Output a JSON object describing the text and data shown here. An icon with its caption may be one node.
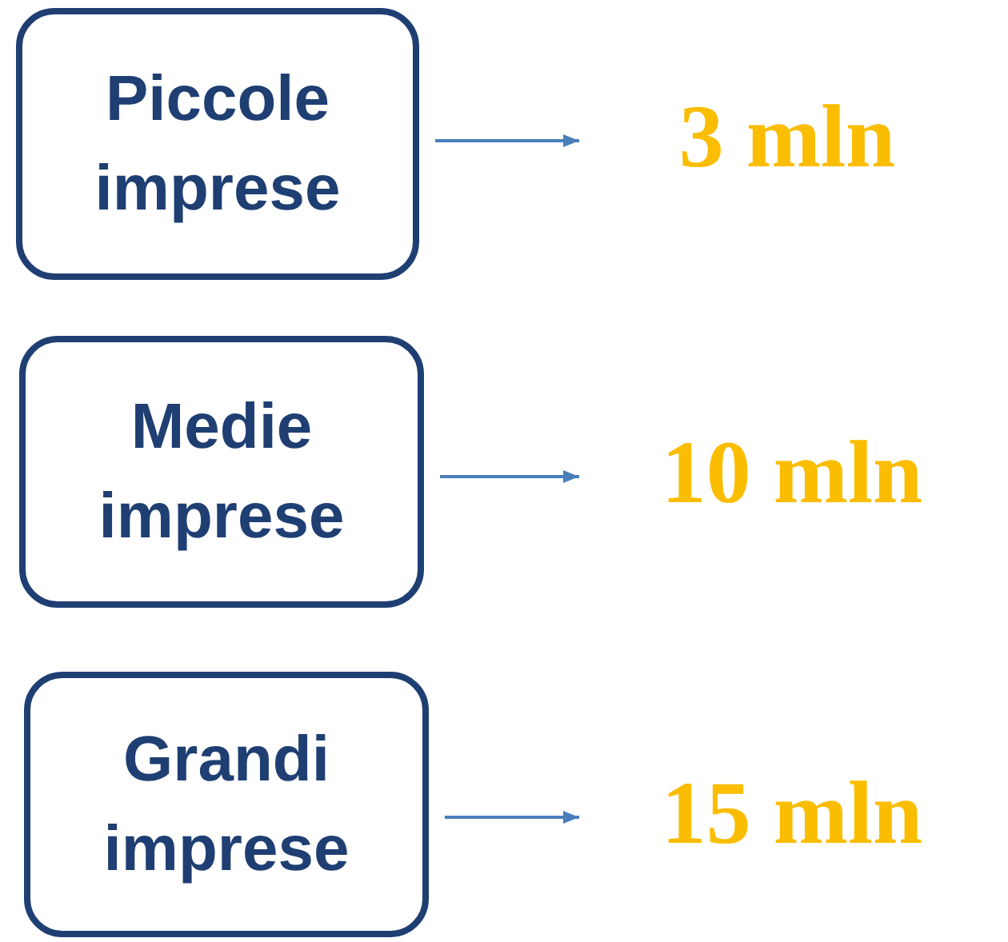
{
  "diagram": {
    "nodes": [
      {
        "text": [
          "Piccole imprese"
        ]
      },
      {
        "text": [
          "Medie imprese"
        ]
      },
      {
        "text": [
          "Grandi imprese"
        ]
      },
      {
        "text": [
          "3 mln"
        ]
      },
      {
        "text": [
          "10 mln"
        ]
      },
      {
        "text": [
          "15 mln"
        ]
      }
    ],
    "edges": [
      {
        "from": 0,
        "to": 3,
        "arrow": "to"
      },
      {
        "from": 1,
        "to": 4,
        "arrow": "to"
      },
      {
        "from": 2,
        "to": 5,
        "arrow": "to"
      }
    ]
  }
}
